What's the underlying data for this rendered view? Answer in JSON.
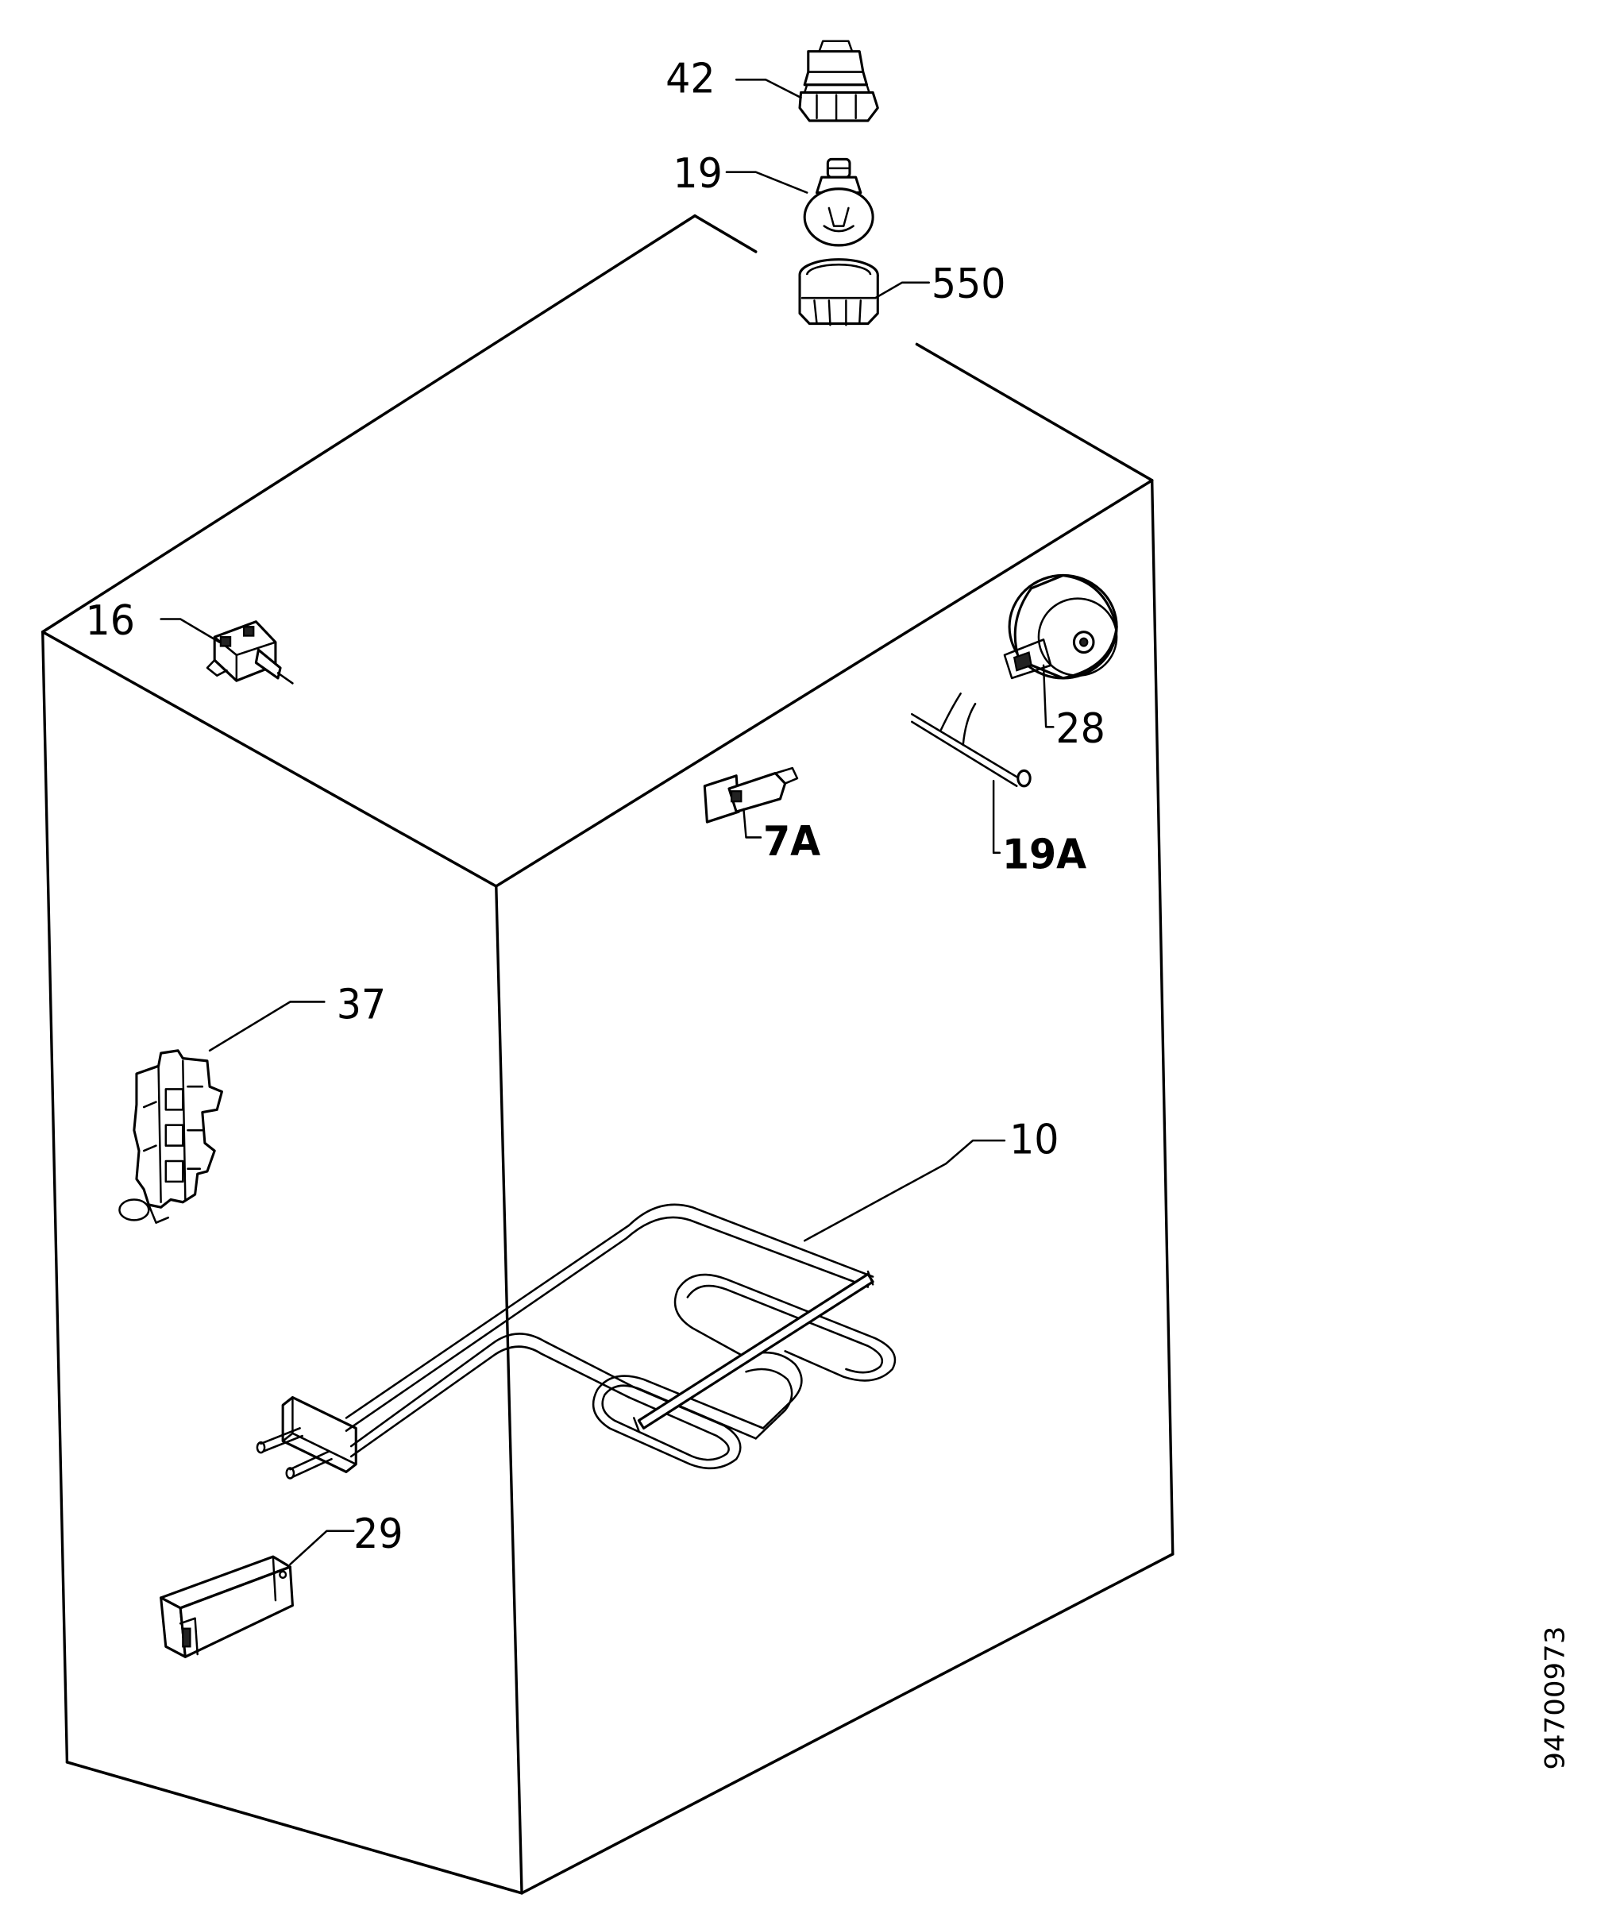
{
  "labels": {
    "l42": "42",
    "l19": "19",
    "l550": "550",
    "l16": "16",
    "l28": "28",
    "l7a": "7A",
    "l19a": "19A",
    "l37": "37",
    "l10": "10",
    "l29": "29"
  },
  "document_code": "94700973"
}
